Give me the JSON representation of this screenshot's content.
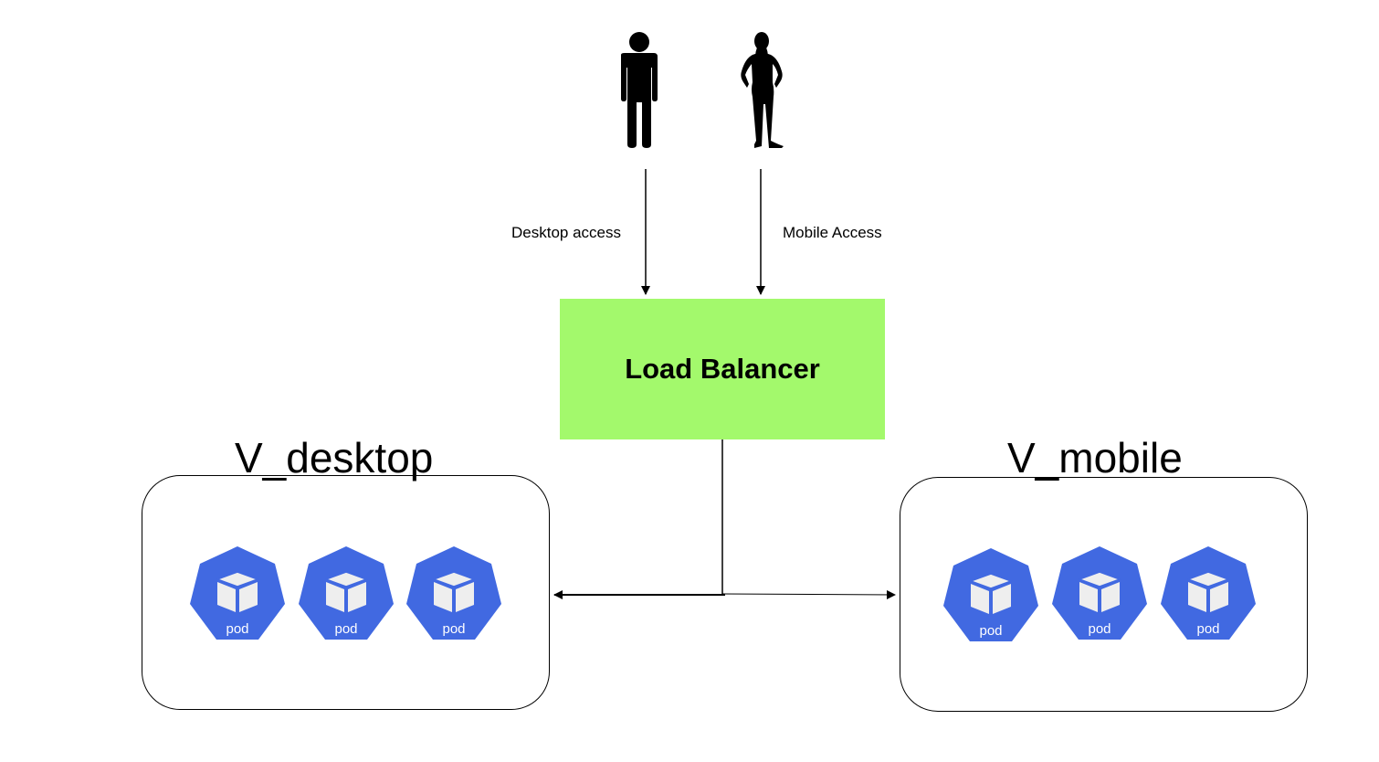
{
  "users": {
    "desktop_user_icon": "man-silhouette-icon",
    "mobile_user_icon": "woman-silhouette-icon"
  },
  "edges": {
    "desktop_label": "Desktop access",
    "mobile_label": "Mobile Access"
  },
  "load_balancer": {
    "label": "Load Balancer",
    "color": "#a3f96c"
  },
  "groups": [
    {
      "title": "V_desktop",
      "pods": [
        "pod",
        "pod",
        "pod"
      ]
    },
    {
      "title": "V_mobile",
      "pods": [
        "pod",
        "pod",
        "pod"
      ]
    }
  ],
  "colors": {
    "pod": "#4169e1",
    "cube": "#eeeeee",
    "line": "#000000"
  }
}
